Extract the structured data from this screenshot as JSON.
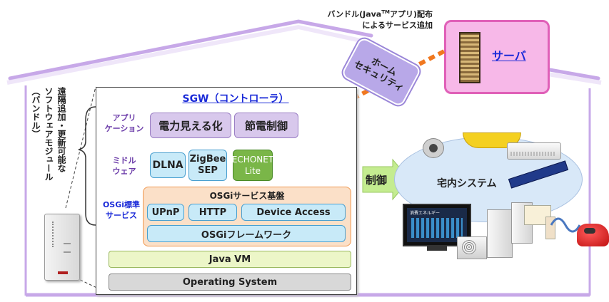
{
  "caption": {
    "line1_prefix": "バンドル(Java",
    "line1_tm": "TM",
    "line1_suffix": "アプリ)配布",
    "line2": "によるサービス追加"
  },
  "server": {
    "label": "サーバ"
  },
  "home_security": {
    "line1": "ホーム",
    "line2": "セキュリティ"
  },
  "side_note": {
    "col1": "遠隔追加・更新可能な",
    "col2": "ソフトウェアモジュール",
    "col3": "（バンドル）"
  },
  "sgw": {
    "title": "SGW（コントローラ）",
    "layers": {
      "app": {
        "label_line1": "アプリ",
        "label_line2": "ケーション",
        "items": [
          "電力見える化",
          "節電制御"
        ]
      },
      "middleware": {
        "label_line1": "ミドル",
        "label_line2": "ウェア",
        "dlna": "DLNA",
        "zigbee_line1": "ZigBee",
        "zigbee_line2": "SEP",
        "echonet_line1": "ECHONET",
        "echonet_line2": "Lite"
      },
      "osgi": {
        "label_line1": "OSGi標準",
        "label_line2": "サービス",
        "base_title": "OSGiサービス基盤",
        "services": [
          "UPnP",
          "HTTP",
          "Device Access"
        ],
        "framework": "OSGiフレームワーク"
      },
      "java_vm": "Java VM",
      "os": "Operating System"
    }
  },
  "control": {
    "label": "制御"
  },
  "home_system": {
    "label": "宅内システム"
  },
  "tv_screen": {
    "title": "消費エネルギー"
  },
  "colors": {
    "house_outline": "#c7a8e8",
    "app_box": "#d8c8ec",
    "app_border": "#9b7fc4",
    "service_box": "#c8eaf8",
    "service_border": "#4aa0d0",
    "osgi_area": "#fbe0c8",
    "osgi_border": "#f09850",
    "echonet": "#7ab648",
    "java_vm": "#ecf6c8",
    "os": "#d8d8d8",
    "server_bg": "#f7b8e8",
    "server_border": "#e060b8",
    "arrow_dots": "#f07820",
    "control_arrow": "#c4ec90",
    "cloud": "#d8e8f8"
  }
}
